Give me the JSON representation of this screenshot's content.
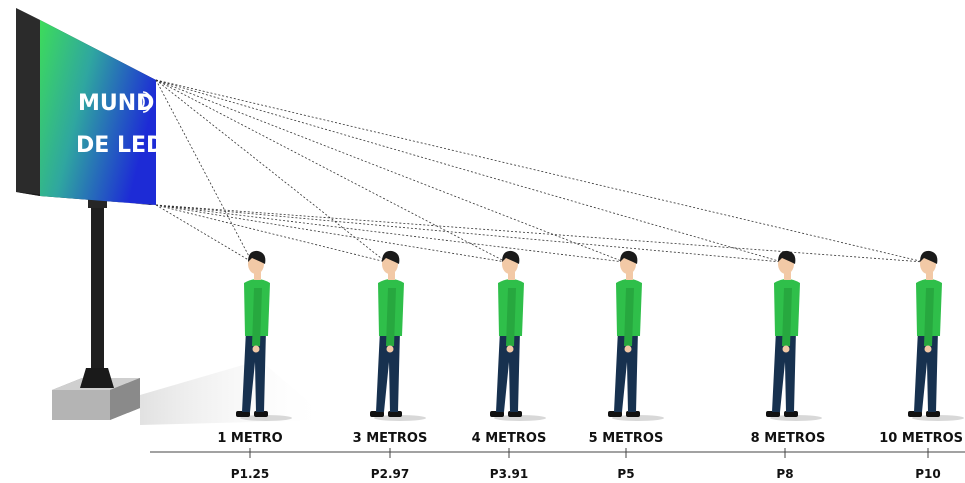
{
  "billboard": {
    "logo_line1": "MUND",
    "logo_line2": "DE LED",
    "colors": {
      "green": "#3ddc5a",
      "blue": "#1d2bd6",
      "frame": "#2b2b2b"
    }
  },
  "viewers": [
    {
      "distance_label": "1 METRO",
      "pitch_label": "P1.25"
    },
    {
      "distance_label": "3 METROS",
      "pitch_label": "P2.97"
    },
    {
      "distance_label": "4 METROS",
      "pitch_label": "P3.91"
    },
    {
      "distance_label": "5 METROS",
      "pitch_label": "P5"
    },
    {
      "distance_label": "8 METROS",
      "pitch_label": "P8"
    },
    {
      "distance_label": "10 METROS",
      "pitch_label": "P10"
    }
  ],
  "person_colors": {
    "shirt": "#2fbf4a",
    "pants": "#17314f",
    "hair": "#1a1a1a",
    "skin": "#f2c9a6"
  }
}
